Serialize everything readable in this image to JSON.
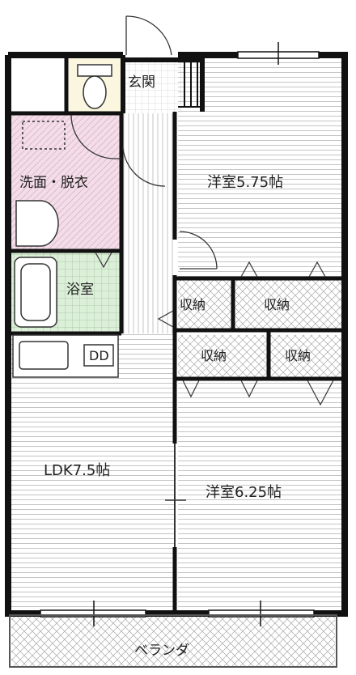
{
  "rooms": {
    "entrance": "玄関",
    "washroom": "洗面・脱衣",
    "western1": "洋室5.75帖",
    "bath": "浴室",
    "storage_a": "収納",
    "storage_b": "収納",
    "storage_c": "収納",
    "storage_d": "収納",
    "ldk": "LDK7.5帖",
    "western2": "洋室6.25帖",
    "balcony": "ベランダ"
  },
  "fixtures": {
    "fridge_mark": "DD"
  },
  "colors": {
    "wall": "#111111",
    "floor_line": "#bdbdbd",
    "tile": "#dcefd9",
    "toilet_floor": "#fbf6df",
    "wash_floor": "#f4dde8",
    "hatch": "#9a9a9a"
  }
}
